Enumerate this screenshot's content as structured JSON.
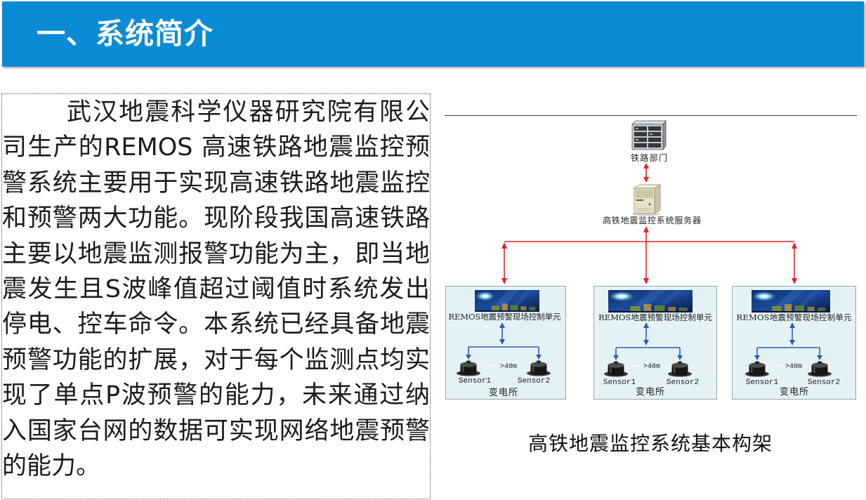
{
  "header": {
    "title": "一、系统简介"
  },
  "intro": {
    "lines": [
      "武汉地震科学仪器研究院有限公",
      "司生产的REMOS 高速铁路地震监控预",
      "警系统主要用于实现高速铁路地震监控",
      "和预警两大功能。现阶段我国高速铁路",
      "主要以地震监测报警功能为主，即当地",
      "震发生且S波峰值超过阈值时系统发出",
      "停电、控车命令。本系统已经具备地震",
      "预警功能的扩展，对于每个监测点均实",
      "现了单点P波预警的能力，未来通过纳",
      "入国家台网的数据可实现网络地震预警",
      "的能力。"
    ]
  },
  "diagram": {
    "railway_dept_label": "铁路部门",
    "server_label": "高铁地震监控系统服务器",
    "substations": [
      {
        "unit_label": "REMOS地震预警现场控制单元",
        "sensor1": "Sensor1",
        "sensor2": "Sensor2",
        "distance": ">40m",
        "site": "变电所"
      },
      {
        "unit_label": "REMOS地震预警现场控制单元",
        "sensor1": "Sensor1",
        "sensor2": "Sensor2",
        "distance": ">40m",
        "site": "变电所"
      },
      {
        "unit_label": "REMOS地震预警现场控制单元",
        "sensor1": "Sensor1",
        "sensor2": "Sensor2",
        "distance": ">40m",
        "site": "变电所"
      }
    ],
    "caption": "高铁地震监控系统基本构架"
  },
  "icons": {
    "railway_dept": "server-rack-icon",
    "server": "server-tower-icon",
    "unit": "remos-unit-photo",
    "sensor": "seismic-sensor-icon"
  },
  "colors": {
    "header_bg": "#0b8bd5",
    "connector_red": "#e2262b",
    "connector_blue": "#2f5cb8",
    "box_bg": "#e5f2f5"
  }
}
